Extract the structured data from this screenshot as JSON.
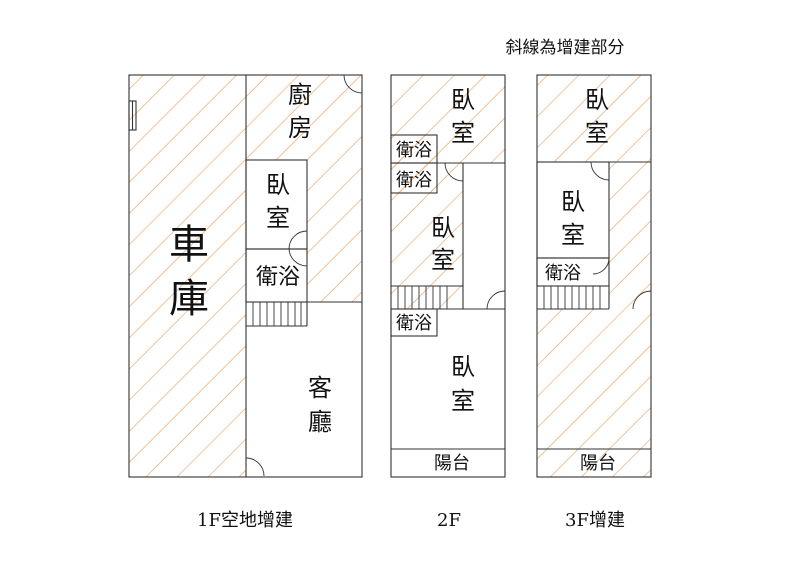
{
  "legend_note": "斜線為增建部分",
  "colors": {
    "hatch": "#e8a46a",
    "wall": "#333333",
    "text": "#111111",
    "background": "#ffffff"
  },
  "floors": [
    {
      "caption": "1F空地增建",
      "rooms": {
        "garage": "車庫",
        "kitchen": "廚房",
        "bedroom": "臥室",
        "bathroom": "衛浴",
        "living": "客廳"
      }
    },
    {
      "caption": "2F",
      "rooms": {
        "bedroom_top": "臥室",
        "bath_1": "衛浴",
        "bath_2": "衛浴",
        "bedroom_mid": "臥室",
        "bath_3": "衛浴",
        "bedroom_bottom": "臥室",
        "balcony": "陽台"
      }
    },
    {
      "caption": "3F增建",
      "rooms": {
        "bedroom_top": "臥室",
        "bedroom_mid": "臥室",
        "bathroom": "衛浴",
        "balcony": "陽台"
      }
    }
  ]
}
